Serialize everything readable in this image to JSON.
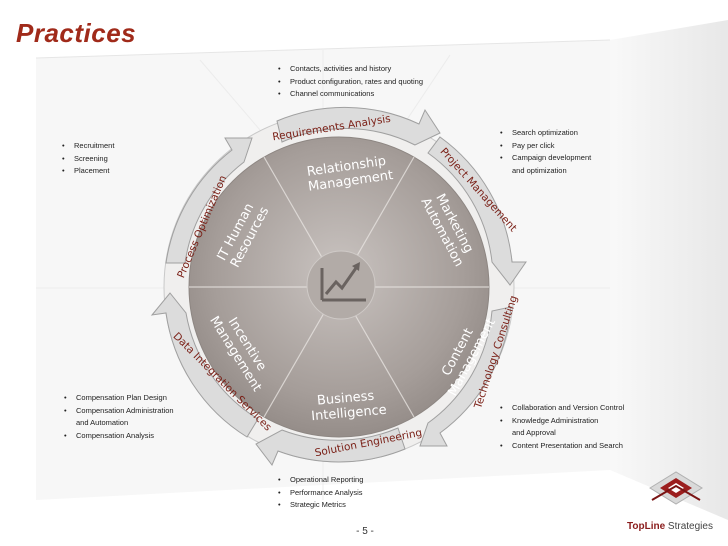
{
  "title": "Practices",
  "page_number": "- 5 -",
  "logo": {
    "name_strong": "TopLine",
    "name_light": " Strategies"
  },
  "outer_ring": [
    {
      "label": "Requirements Analysis"
    },
    {
      "label": "Project Management"
    },
    {
      "label": "Technology Consulting"
    },
    {
      "label": "Solution Engineering"
    },
    {
      "label": "Data Integration Services"
    },
    {
      "label": "Process Optimization"
    }
  ],
  "inner_segments": [
    {
      "lines": [
        "Relationship",
        "Management"
      ]
    },
    {
      "lines": [
        "Marketing",
        "Automation"
      ]
    },
    {
      "lines": [
        "Content",
        "Management"
      ]
    },
    {
      "lines": [
        "Business",
        "Intelligence"
      ]
    },
    {
      "lines": [
        "Incentive",
        "Management"
      ]
    },
    {
      "lines": [
        "IT Human",
        "Resources"
      ]
    }
  ],
  "bullet_groups": {
    "top": [
      {
        "text": "Contacts, activities and history"
      },
      {
        "text": "Product configuration, rates and quoting"
      },
      {
        "text": "Channel communications"
      }
    ],
    "upper_right": [
      {
        "text": "Search optimization"
      },
      {
        "text": "Pay per click"
      },
      {
        "text": "Campaign development",
        "cont": "and optimization"
      }
    ],
    "upper_left": [
      {
        "text": "Recruitment"
      },
      {
        "text": "Screening"
      },
      {
        "text": "Placement"
      }
    ],
    "lower_left": [
      {
        "text": "Compensation Plan Design"
      },
      {
        "text": "Compensation Administration",
        "cont": "and Automation"
      },
      {
        "text": "Compensation Analysis"
      }
    ],
    "lower_right": [
      {
        "text": "Collaboration and Version Control"
      },
      {
        "text": "Knowledge Administration",
        "cont": "and Approval"
      },
      {
        "text": "Content Presentation and Search"
      }
    ],
    "bottom": [
      {
        "text": "Operational Reporting"
      },
      {
        "text": "Performance Analysis"
      },
      {
        "text": "Strategic Metrics"
      }
    ]
  }
}
